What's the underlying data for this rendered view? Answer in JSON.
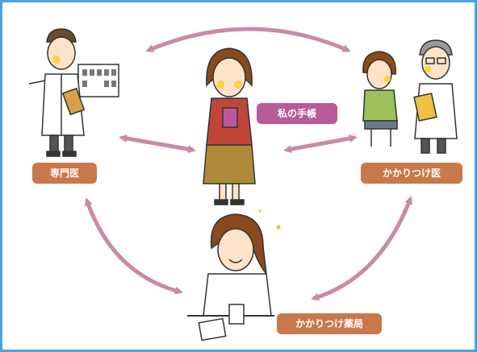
{
  "diagram": {
    "nodes": {
      "specialist": {
        "label": "専門医"
      },
      "notebook": {
        "label": "私の手帳"
      },
      "family_doctor": {
        "label": "かかりつけ医"
      },
      "pharmacy": {
        "label": "かかりつけ薬局"
      }
    },
    "colors": {
      "frame": "#4aa3df",
      "arrow": "#c98aa8",
      "label_orange": "#c8784a",
      "label_pink": "#b85a9a",
      "skin": "#ffe3c8",
      "hair_brown": "#8b4a1c",
      "dress": "#c0463a",
      "skirt": "#b08a3a",
      "coat": "#ffffff",
      "green_top": "#9cc05a"
    }
  }
}
